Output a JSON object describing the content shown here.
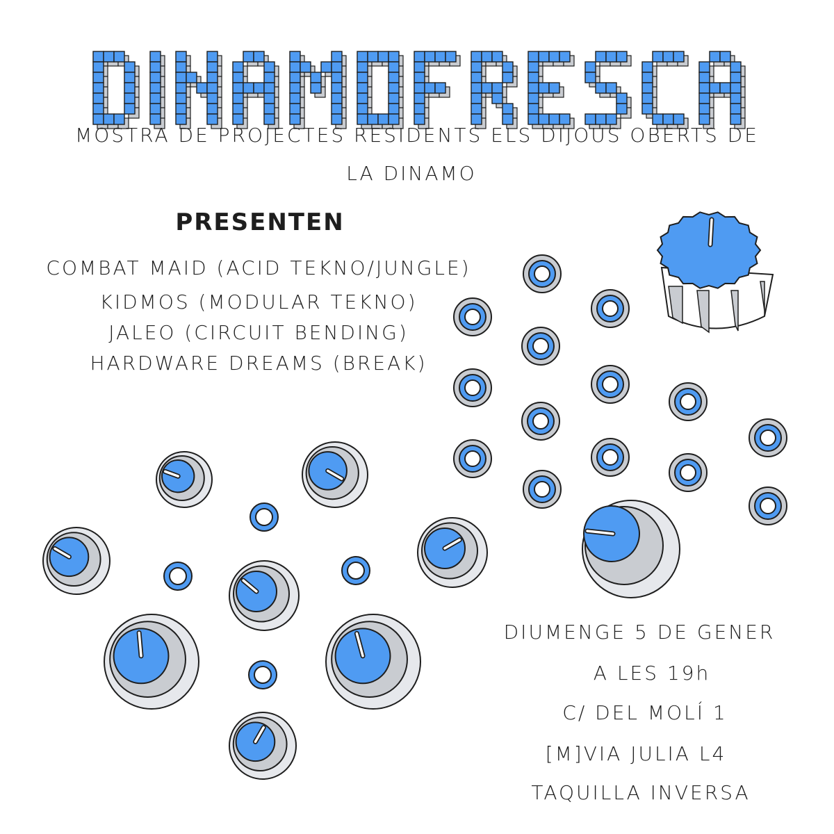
{
  "title": "DINAMOFRESCA",
  "subtitle_line1": "MOSTRA DE PROJECTES RESIDENTS ELS DIJOUS OBERTS DE",
  "subtitle_line2": "LA DINAMO",
  "presenten": "PRESENTEN",
  "lineup": [
    "COMBAT MAID (ACID TEKNO/JUNGLE)",
    "KIDMOS (MODULAR TEKNO)",
    "JALEO (CIRCUIT BENDING)",
    "HARDWARE DREAMS (BREAK)"
  ],
  "event_info": [
    "DIUMENGE 5 DE GENER",
    "A LES 19h",
    "C/ DEL MOLÍ 1",
    "[M]VIA JULIA L4",
    "TAQUILLA INVERSA"
  ],
  "colors": {
    "accent_blue": "#4f9bf2",
    "grey": "#c9ccd1",
    "light_grey": "#e6e8ec",
    "ink": "#1e1e1e"
  },
  "icons": {
    "jack": "jack-socket-icon",
    "knob": "knob-icon"
  }
}
